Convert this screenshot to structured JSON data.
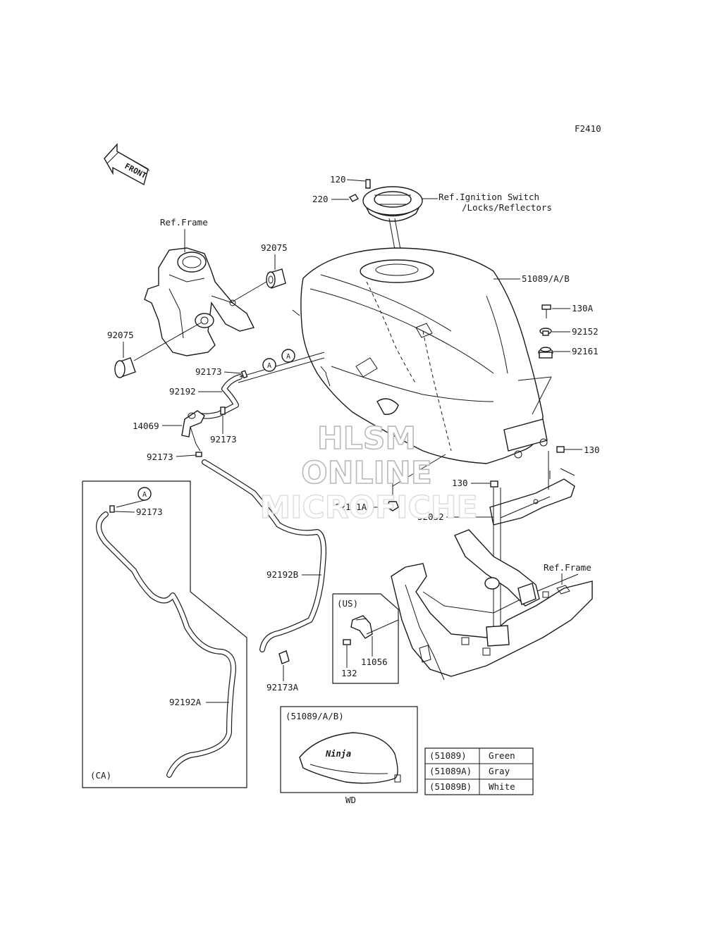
{
  "figure_code": "F2410",
  "front_arrow": "FRONT",
  "ref_labels": {
    "frame_top": "Ref.Frame",
    "frame_bottom": "Ref.Frame",
    "ignition_line1": "Ref.Ignition Switch",
    "ignition_line2": "/Locks/Reflectors"
  },
  "parts": {
    "p120": "120",
    "p220": "220",
    "p51089": "51089/A/B",
    "p130A": "130A",
    "p92152": "92152",
    "p92161": "92161",
    "p130_right": "130",
    "p130_mid": "130",
    "p92161A": "92161A",
    "p32052": "32052",
    "p92075_top": "92075",
    "p92075_left": "92075",
    "p92173_a": "92173",
    "p92192": "92192",
    "p14069": "14069",
    "p92173_b": "92173",
    "p92173_c": "92173",
    "p92173_ca": "92173",
    "p92192B": "92192B",
    "p92192A": "92192A",
    "p92173A": "92173A",
    "p132": "132",
    "p11056": "11056"
  },
  "callouts": {
    "a1": "A",
    "a2": "A",
    "a3": "A"
  },
  "watermark": {
    "line1": "HLSM",
    "line2": "ONLINE",
    "line3": "MICROFICHE"
  },
  "insets": {
    "ca_label": "(CA)",
    "us_label": "(US)",
    "tank_variant_label": "(51089/A/B)",
    "tank_logo": "Ninja",
    "wd_label": "WD"
  },
  "color_table": {
    "rows": [
      {
        "code": "(51089)",
        "color": "Green"
      },
      {
        "code": "(51089A)",
        "color": "Gray"
      },
      {
        "code": "(51089B)",
        "color": "White"
      }
    ]
  }
}
